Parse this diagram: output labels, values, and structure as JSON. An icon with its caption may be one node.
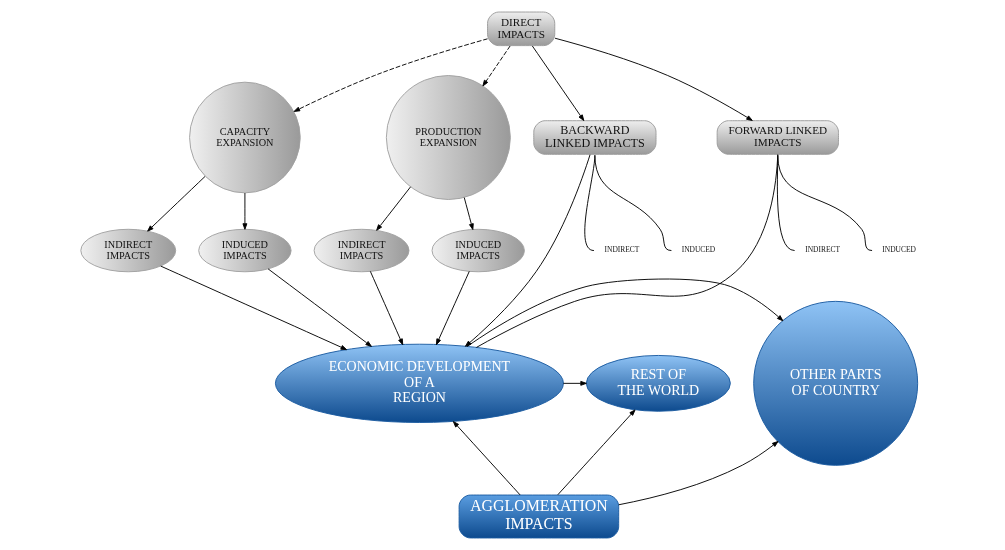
{
  "diagram": {
    "nodes": [
      {
        "text": [
          "DIRECT IMPACTS"
        ]
      },
      {
        "text": [
          "CAPACITY EXPANSION"
        ]
      },
      {
        "text": [
          "PRODUCTION EXPANSION"
        ]
      },
      {
        "text": [
          "INDIRECT IMPACTS"
        ]
      },
      {
        "text": [
          "INDUCED IMPACTS"
        ]
      },
      {
        "text": [
          "INDIRECT IMPACTS"
        ]
      },
      {
        "text": [
          "INDUCED IMPACTS"
        ]
      },
      {
        "text": [
          "BACKWARD LINKED IMPACTS"
        ]
      },
      {
        "text": [
          "FORWARD LINKED IMPACTS"
        ]
      },
      {
        "text": [
          "ECONOMIC DEVELOPMENT OF A REGION"
        ]
      },
      {
        "text": [
          "OTHER PARTS OF COUNTRY"
        ]
      },
      {
        "text": [
          "REST OF THE WORLD"
        ]
      },
      {
        "text": [
          "AGGLOMERATION IMPACTS"
        ]
      },
      {
        "text": [
          "INDIRECT"
        ]
      },
      {
        "text": [
          "INDUCED"
        ]
      },
      {
        "text": [
          "INDIRECT"
        ]
      },
      {
        "text": [
          "INDUCED"
        ]
      }
    ],
    "edges": [
      {
        "from": 0,
        "to": 1,
        "arrow": "to",
        "style": "dashed"
      },
      {
        "from": 0,
        "to": 2,
        "arrow": "to",
        "style": "dashed"
      },
      {
        "from": 0,
        "to": 7,
        "arrow": "to"
      },
      {
        "from": 0,
        "to": 8,
        "arrow": "to"
      },
      {
        "from": 1,
        "to": 3,
        "arrow": "to"
      },
      {
        "from": 1,
        "to": 4,
        "arrow": "to"
      },
      {
        "from": 2,
        "to": 5,
        "arrow": "to"
      },
      {
        "from": 2,
        "to": 6,
        "arrow": "to"
      },
      {
        "from": 3,
        "to": 9,
        "arrow": "to"
      },
      {
        "from": 4,
        "to": 9,
        "arrow": "to"
      },
      {
        "from": 5,
        "to": 9,
        "arrow": "to"
      },
      {
        "from": 6,
        "to": 9,
        "arrow": "to"
      },
      {
        "from": 7,
        "to": 9,
        "arrow": "to"
      },
      {
        "from": 8,
        "to": 9,
        "arrow": "none"
      },
      {
        "from": 9,
        "to": 10,
        "arrow": "to"
      },
      {
        "from": 9,
        "to": 11,
        "arrow": "to"
      },
      {
        "from": 12,
        "to": 10,
        "arrow": "to"
      },
      {
        "from": 12,
        "to": 9,
        "arrow": "to"
      },
      {
        "from": 12,
        "to": 11,
        "arrow": "to"
      },
      {
        "from": 7,
        "to": 13,
        "arrow": "none"
      },
      {
        "from": 7,
        "to": 14,
        "arrow": "none"
      },
      {
        "from": 8,
        "to": 15,
        "arrow": "none"
      },
      {
        "from": 8,
        "to": 16,
        "arrow": "none"
      }
    ]
  }
}
